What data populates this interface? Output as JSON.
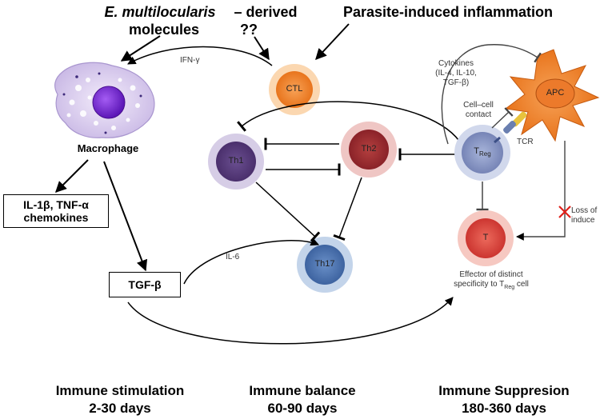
{
  "header": {
    "molecules_italic": "E. multilocularis",
    "molecules_suffix": "– derived",
    "molecules_line2": "molecules",
    "unknown": "??",
    "inflammation": "Parasite-induced inflammation"
  },
  "cells": {
    "macrophage": "Macrophage",
    "ctl": "CTL",
    "th1": "Th1",
    "th2": "Th2",
    "th17": "Th17",
    "treg_main": "T",
    "treg_sub": "Reg",
    "apc": "APC",
    "t_effector": "T"
  },
  "labels": {
    "ifn": "IFN-γ",
    "il6": "IL-6",
    "cytokines_l1": "Cytokines",
    "cytokines_l2": "(IL-4, IL-10,",
    "cytokines_l3": "TGF-β)",
    "cell_contact_l1": "Cell–cell",
    "cell_contact_l2": "contact",
    "tcr": "TCR",
    "loss_l1": "Loss of",
    "loss_l2": "induce",
    "effector_l1": "Effector of distinct",
    "effector_l2a": "specificity to T",
    "effector_l2b": "Reg",
    "effector_l2c": " cell"
  },
  "boxes": {
    "il1_line1": "IL-1β, TNF-α",
    "il1_line2": "chemokines",
    "tgf": "TGF-β"
  },
  "phases": [
    {
      "title": "Immune stimulation",
      "days": "2-30 days"
    },
    {
      "title": "Immune balance",
      "days": "60-90 days"
    },
    {
      "title": "Immune Suppresion",
      "days": "180-360 days"
    }
  ],
  "colors": {
    "ctl": "#f08a2a",
    "th1": "#5a3f7e",
    "th2": "#9c2d33",
    "th17": "#4e76b0",
    "treg": "#8796c2",
    "t_effector": "#d9423e",
    "apc": "#f07a1e",
    "macrophage_nucleus": "#7a2fd6"
  }
}
